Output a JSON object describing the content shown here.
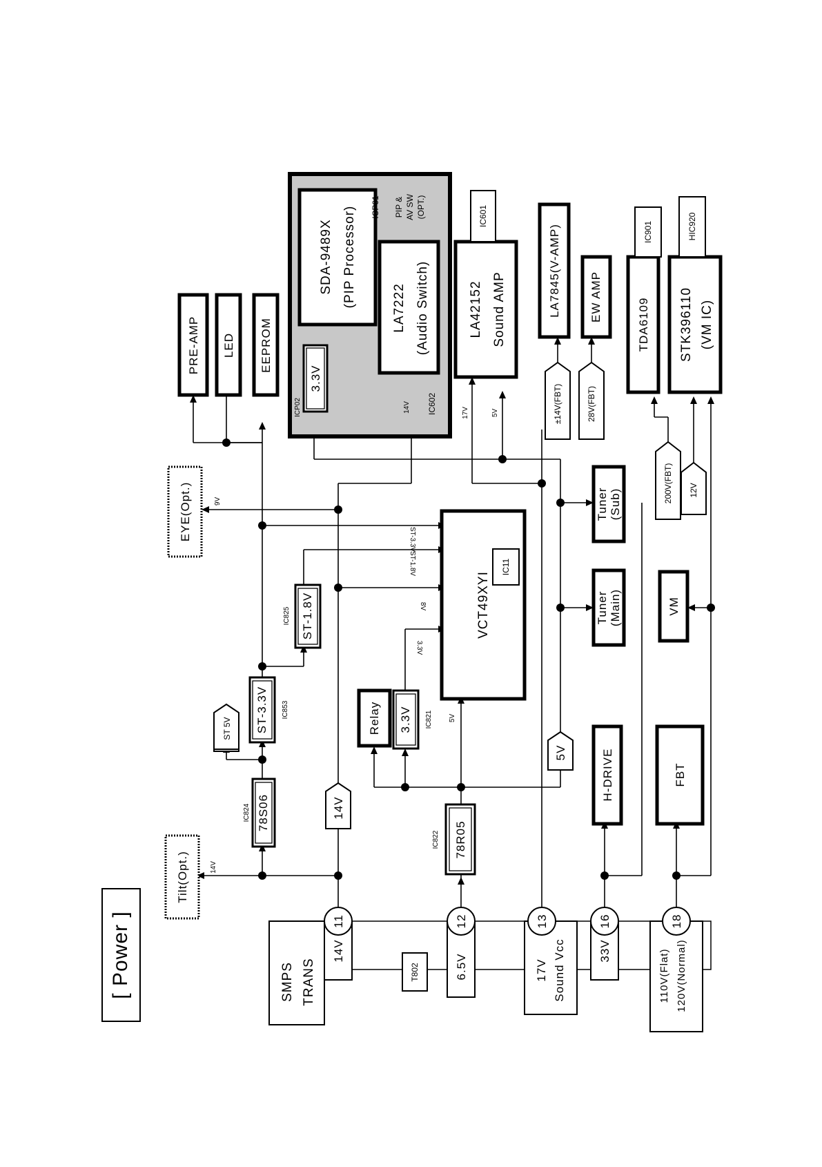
{
  "title": "[ Power ]",
  "smps": {
    "label1": "SMPS",
    "label2": "TRANS",
    "t802": "T802"
  },
  "pins": [
    {
      "num": "11",
      "volt": "14V"
    },
    {
      "num": "12",
      "volt": "6.5V"
    },
    {
      "num": "13",
      "volt1": "17V",
      "volt2": "Sound Vcc"
    },
    {
      "num": "16",
      "volt": "33V"
    },
    {
      "num": "18",
      "volt1": "110V(Flat)",
      "volt2": "120V(Normal)"
    }
  ],
  "blocks": {
    "tilt": "Tilt(Opt.)",
    "tilt_v": "14V",
    "eye": "EYE(Opt.)",
    "eye_v": "9V",
    "pre_amp": "PRE-AMP",
    "led": "LED",
    "eeprom": "EEPROM",
    "ic824": "IC824",
    "reg_78s06": "78S06",
    "st5v": "ST 5V",
    "ic853": "IC853",
    "st33": "ST-3.3V",
    "ic825": "IC825",
    "st18": "ST-1.8V",
    "v14": "14V",
    "ic822": "IC822",
    "reg_78r05": "78R05",
    "relay": "Relay",
    "reg33": "3.3V",
    "ic821": "IC821",
    "v5": "5V",
    "vct": "VCT49XYI",
    "ic11": "IC11",
    "vct_st33": "ST-3.3V",
    "vct_st18": "ST-1.8V",
    "vct_8v": "8V",
    "vct_33v": "3.3V",
    "vct_5v": "5V",
    "sda": "SDA-9489X",
    "pip_proc": "(PIP Processor)",
    "icp01": "ICP01",
    "pip_sw1": "PIP &",
    "pip_sw2": "AV SW",
    "pip_sw3": "(OPT.)",
    "icp02": "ICP02",
    "icp02_v": "3.3V",
    "la7222": "LA7222",
    "audio_sw": "(Audio Switch)",
    "ic602": "IC602",
    "la7222_v": "14V",
    "la42152": "LA42152",
    "sound_amp": "Sound AMP",
    "ic601": "IC601",
    "v17": "17V",
    "v5b": "5V",
    "la7845": "LA7845(V-AMP)",
    "ew_amp": "EW AMP",
    "tda": "TDA6109",
    "ic901": "IC901",
    "stk": "STK396110",
    "vm_ic": "(VM IC)",
    "hic920": "HIC920",
    "fbt14": "±14V(FBT)",
    "fbt28": "28V(FBT)",
    "fbt200": "200V(FBT)",
    "v12": "12V",
    "tuner_sub1": "Tuner",
    "tuner_sub2": "(Sub)",
    "tuner_main1": "Tuner",
    "tuner_main2": "(Main)",
    "vm": "VM",
    "hdrive": "H-DRIVE",
    "fbt": "FBT"
  }
}
